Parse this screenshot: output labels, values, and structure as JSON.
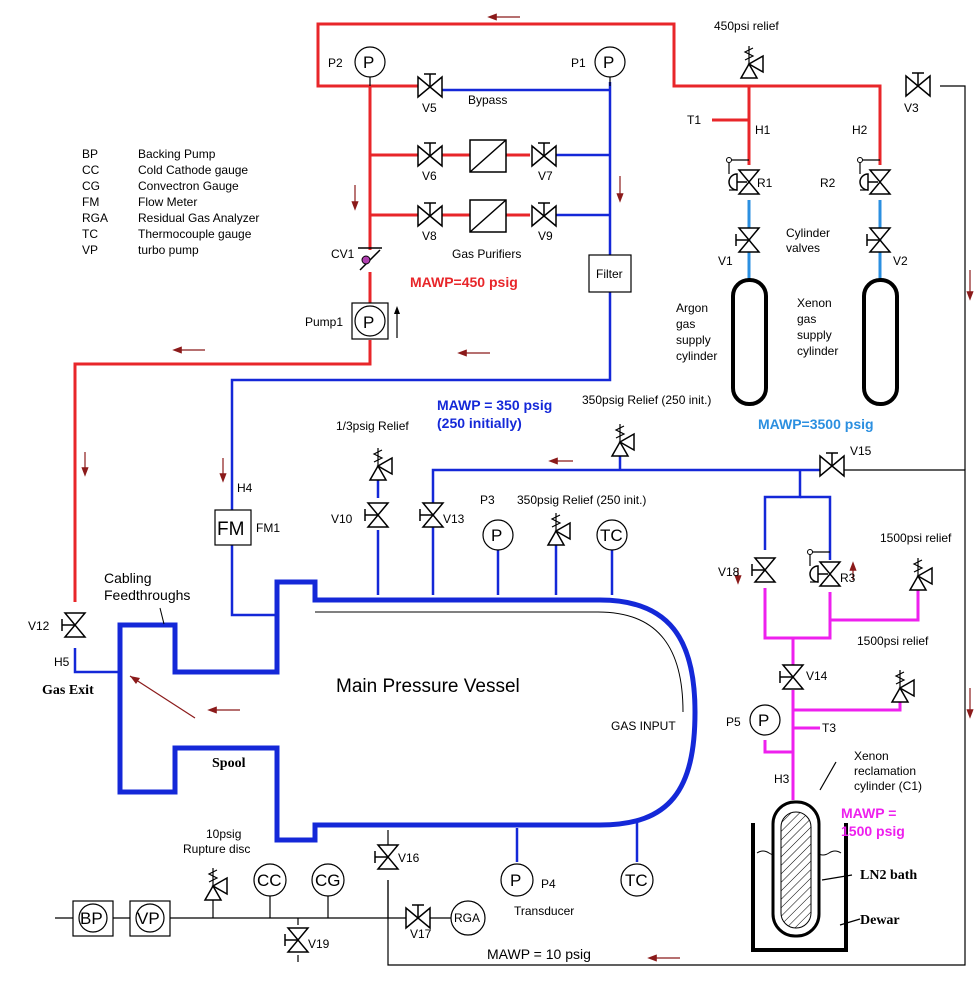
{
  "legend": [
    {
      "abbr": "BP",
      "desc": "Backing Pump"
    },
    {
      "abbr": "CC",
      "desc": "Cold Cathode gauge"
    },
    {
      "abbr": "CG",
      "desc": "Convectron Gauge"
    },
    {
      "abbr": "FM",
      "desc": "Flow Meter"
    },
    {
      "abbr": "RGA",
      "desc": "Residual Gas Analyzer"
    },
    {
      "abbr": "TC",
      "desc": "Thermocouple gauge"
    },
    {
      "abbr": "VP",
      "desc": "turbo pump"
    }
  ],
  "colors": {
    "red": "#e8262a",
    "blue": "#1428d8",
    "magenta": "#ee20ee",
    "light_blue": "#2b8fe0",
    "black": "#000000"
  },
  "labels": {
    "p2": "P2",
    "p1": "P1",
    "p3": "P3",
    "p4": "P4",
    "p5": "P5",
    "gauge_p": "P",
    "v1": "V1",
    "v2": "V2",
    "v3": "V3",
    "v5": "V5",
    "v6": "V6",
    "v7": "V7",
    "v8": "V8",
    "v9": "V9",
    "v10": "V10",
    "v12": "V12",
    "v13": "V13",
    "v14": "V14",
    "v15": "V15",
    "v16": "V16",
    "v17": "V17",
    "v18": "V18",
    "v19": "V19",
    "r1": "R1",
    "r2": "R2",
    "r3": "R3",
    "h1": "H1",
    "h2": "H2",
    "h3": "H3",
    "h4": "H4",
    "h5": "H5",
    "t1": "T1",
    "t3": "T3",
    "cv1": "CV1",
    "pump1": "Pump1",
    "fm1": "FM1",
    "fm_box": "FM",
    "bypass": "Bypass",
    "gas_purifiers": "Gas Purifiers",
    "filter": "Filter",
    "relief_450": "450psi relief",
    "cylinder_valves": "Cylinder\nvalves",
    "argon_cyl": "Argon\ngas\nsupply\ncylinder",
    "xenon_cyl": "Xenon\ngas\nsupply\ncylinder",
    "relief_350_top": "350psig Relief (250 init.)",
    "relief_350_vessel": "350psig Relief (250 init.)",
    "relief_third": "1/3psig Relief",
    "relief_1500_a": "1500psi relief",
    "relief_1500_b": "1500psi relief",
    "tc": "TC",
    "cc": "CC",
    "cg": "CG",
    "bp": "BP",
    "vp": "VP",
    "rga": "RGA",
    "cabling": "Cabling\nFeedthroughs",
    "gas_exit": "Gas Exit",
    "spool": "Spool",
    "main_vessel": "Main Pressure Vessel",
    "gas_input": "GAS INPUT",
    "rupture": "10psig\nRupture disc",
    "transducer": "Transducer",
    "xenon_recl": "Xenon\nreclamation\ncylinder (C1)",
    "ln2_bath": "LN2 bath",
    "dewar": "Dewar"
  },
  "mawp": {
    "red": "MAWP=450 psig",
    "blue": "MAWP = 350 psig\n(250 initially)",
    "cyl": "MAWP=3500 psig",
    "magenta": "MAWP =\n1500 psig",
    "black": "MAWP = 10 psig"
  }
}
